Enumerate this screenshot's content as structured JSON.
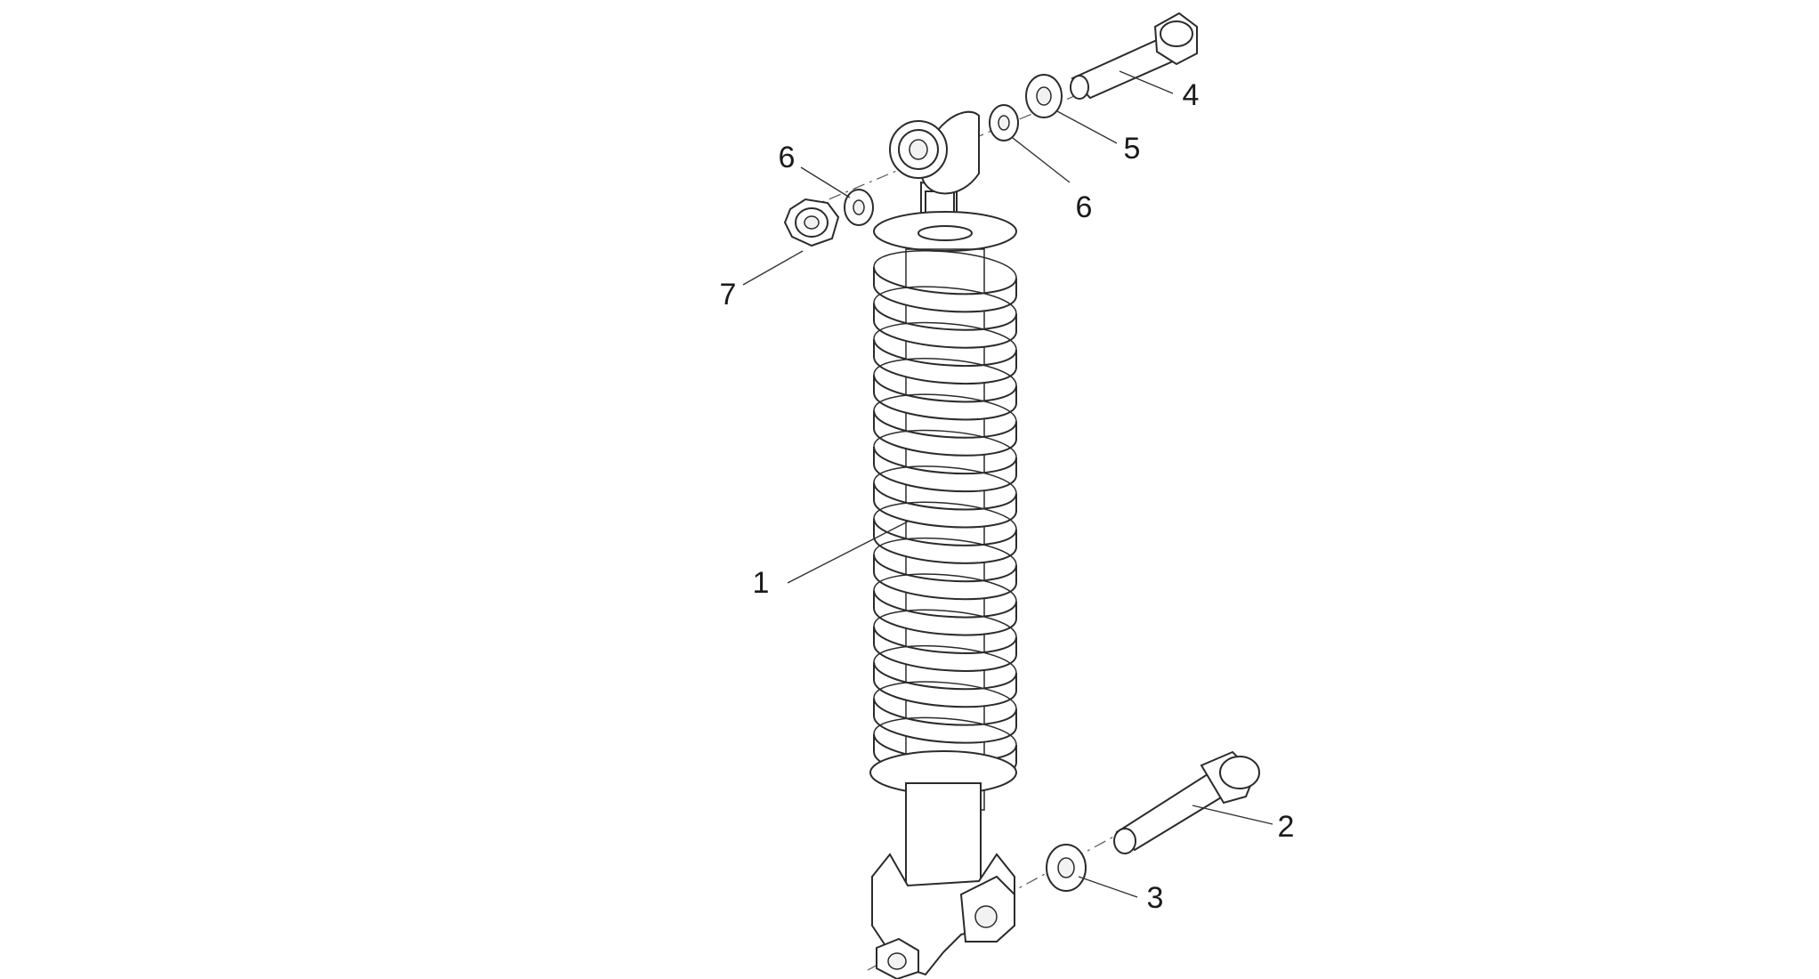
{
  "callouts": [
    {
      "id": "1",
      "text": "1"
    },
    {
      "id": "2",
      "text": "2"
    },
    {
      "id": "3",
      "text": "3"
    },
    {
      "id": "4",
      "text": "4"
    },
    {
      "id": "5",
      "text": "5"
    },
    {
      "id": "6a",
      "text": "6"
    },
    {
      "id": "6b",
      "text": "6"
    },
    {
      "id": "7",
      "text": "7"
    }
  ],
  "colors": {
    "line": "#2b2b2b",
    "background": "#ffffff"
  }
}
